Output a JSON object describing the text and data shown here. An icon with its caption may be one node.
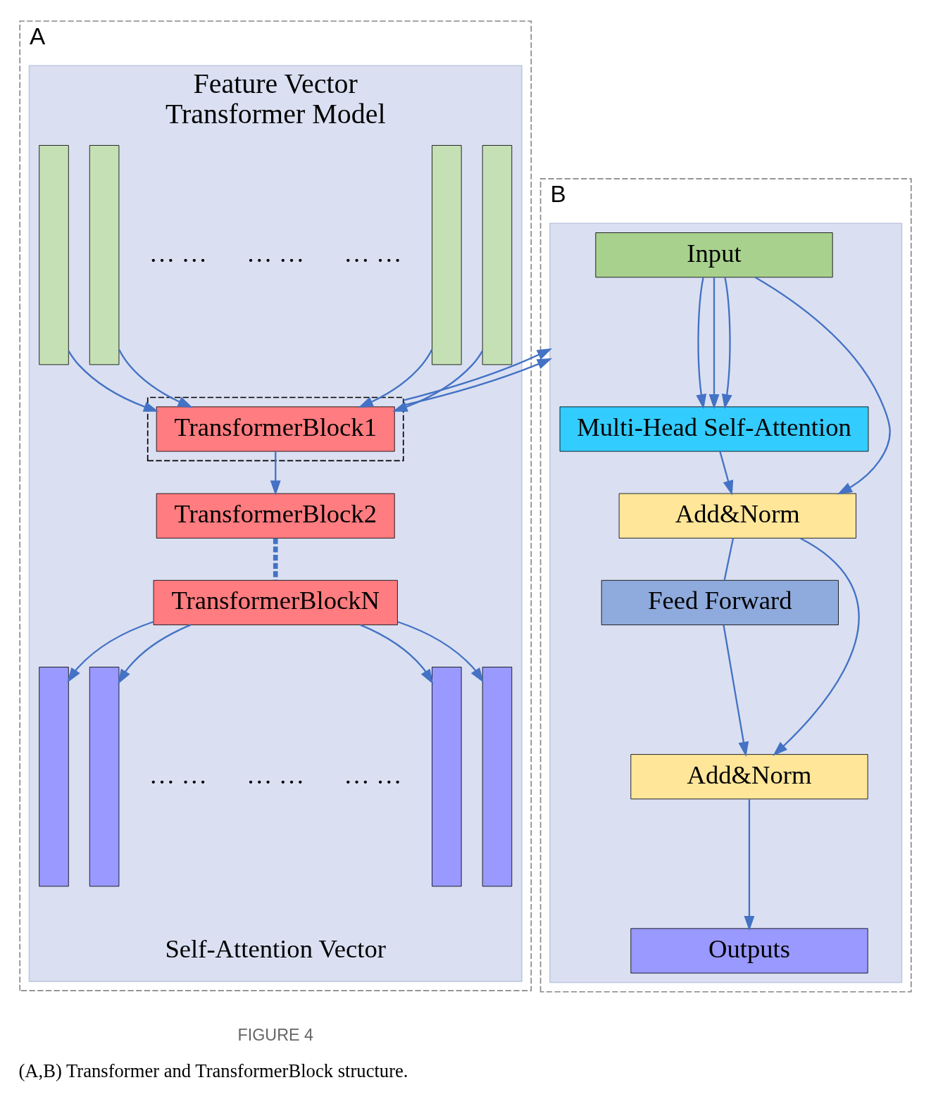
{
  "diagram": {
    "caption": "(A,B) Transformer and TransformerBlock structure.",
    "nodes": [
      {
        "text": [
          "A"
        ]
      },
      {
        "text": [
          "Feature Vector",
          "Transformer Model"
        ],
        "in": 0
      },
      {
        "text": [],
        "shape": "bar",
        "in": 1
      },
      {
        "text": [],
        "shape": "bar",
        "in": 1
      },
      {
        "text": [],
        "shape": "bar",
        "in": 1
      },
      {
        "text": [],
        "shape": "bar",
        "in": 1
      },
      {
        "text": [],
        "shape": "box",
        "in": 1
      },
      {
        "text": [
          "TransformerBlock1"
        ],
        "in": 6
      },
      {
        "text": [
          "TransformerBlock2"
        ],
        "in": 1
      },
      {
        "text": [
          "TransformerBlockN"
        ],
        "in": 1
      },
      {
        "text": [],
        "shape": "bar",
        "in": 1
      },
      {
        "text": [],
        "shape": "bar",
        "in": 1
      },
      {
        "text": [],
        "shape": "bar",
        "in": 1
      },
      {
        "text": [],
        "shape": "bar",
        "in": 1
      },
      {
        "text": [
          "B"
        ]
      },
      {
        "text": [],
        "shape": "box",
        "in": 14
      },
      {
        "text": [
          "Input"
        ],
        "in": 15
      },
      {
        "text": [
          "Multi-Head Self-Attention"
        ],
        "in": 15
      },
      {
        "text": [
          "Add&Norm"
        ],
        "in": 15
      },
      {
        "text": [
          "Feed Forward"
        ],
        "in": 15
      },
      {
        "text": [
          "Add&Norm"
        ],
        "in": 15
      },
      {
        "text": [
          "Outputs"
        ],
        "in": 15
      }
    ],
    "edges": [
      {
        "from": 2,
        "to": 7,
        "arrow": "to"
      },
      {
        "from": 3,
        "to": 7,
        "arrow": "to"
      },
      {
        "from": 4,
        "to": 7,
        "arrow": "to"
      },
      {
        "from": 5,
        "to": 7,
        "arrow": "to"
      },
      {
        "from": 7,
        "to": 8,
        "arrow": "to"
      },
      {
        "from": 8,
        "to": 9,
        "arrow": "none",
        "style": "dashed"
      },
      {
        "from": 9,
        "to": 10,
        "arrow": "to"
      },
      {
        "from": 9,
        "to": 11,
        "arrow": "to"
      },
      {
        "from": 9,
        "to": 12,
        "arrow": "to"
      },
      {
        "from": 9,
        "to": 13,
        "arrow": "to"
      },
      {
        "from": 6,
        "to": 15,
        "arrow": "to"
      },
      {
        "from": 6,
        "to": 15,
        "arrow": "to"
      },
      {
        "from": 16,
        "to": 17,
        "arrow": "to"
      },
      {
        "from": 16,
        "to": 17,
        "arrow": "to"
      },
      {
        "from": 16,
        "to": 17,
        "arrow": "to"
      },
      {
        "from": 16,
        "to": 18,
        "arrow": "to"
      },
      {
        "from": 17,
        "to": 18,
        "arrow": "to"
      },
      {
        "from": 18,
        "to": 19,
        "arrow": "none"
      },
      {
        "from": 18,
        "to": 20,
        "arrow": "to"
      },
      {
        "from": 19,
        "to": 20,
        "arrow": "to"
      },
      {
        "from": 20,
        "to": 21,
        "arrow": "to"
      }
    ],
    "labels": [
      "… …",
      "… …",
      "… …",
      "… …",
      "… …",
      "… …",
      "Self-Attention Vector",
      "FIGURE 4"
    ]
  }
}
